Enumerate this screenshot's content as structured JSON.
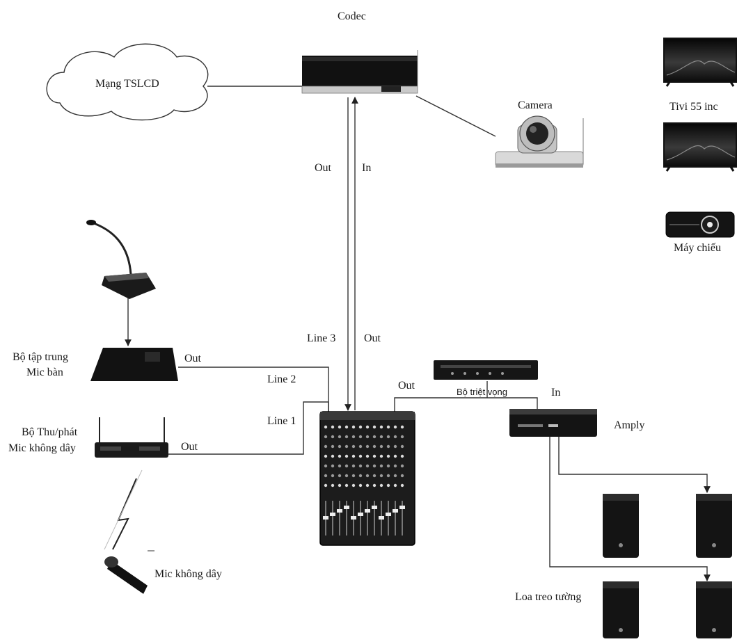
{
  "diagram": {
    "nodes": {
      "network": {
        "label": "Mạng TSLCD"
      },
      "codec": {
        "label": "Codec"
      },
      "camera": {
        "label": "Camera"
      },
      "tv": {
        "label": "Tivi 55 inc"
      },
      "projector": {
        "label": "Máy chiếu"
      },
      "table_mic_hub": {
        "label_line1": "Bộ tập trung",
        "label_line2": "Mic bàn"
      },
      "wireless_receiver": {
        "label_line1": "Bộ Thu/phát",
        "label_line2": "Mic không dây"
      },
      "wireless_mic": {
        "label": "Mic không dây"
      },
      "echo_canceller": {
        "label": "Bộ triệt vọng"
      },
      "amplifier": {
        "label": "Amply"
      },
      "wall_speakers": {
        "label": "Loa treo tường"
      }
    },
    "connections": {
      "codec_out": "Out",
      "codec_in": "In",
      "mixer_line3": "Line 3",
      "mixer_out_up": "Out",
      "hub_out": "Out",
      "mixer_line2": "Line 2",
      "mixer_line1": "Line 1",
      "receiver_out": "Out",
      "mixer_out_right": "Out",
      "amp_in": "In"
    }
  }
}
